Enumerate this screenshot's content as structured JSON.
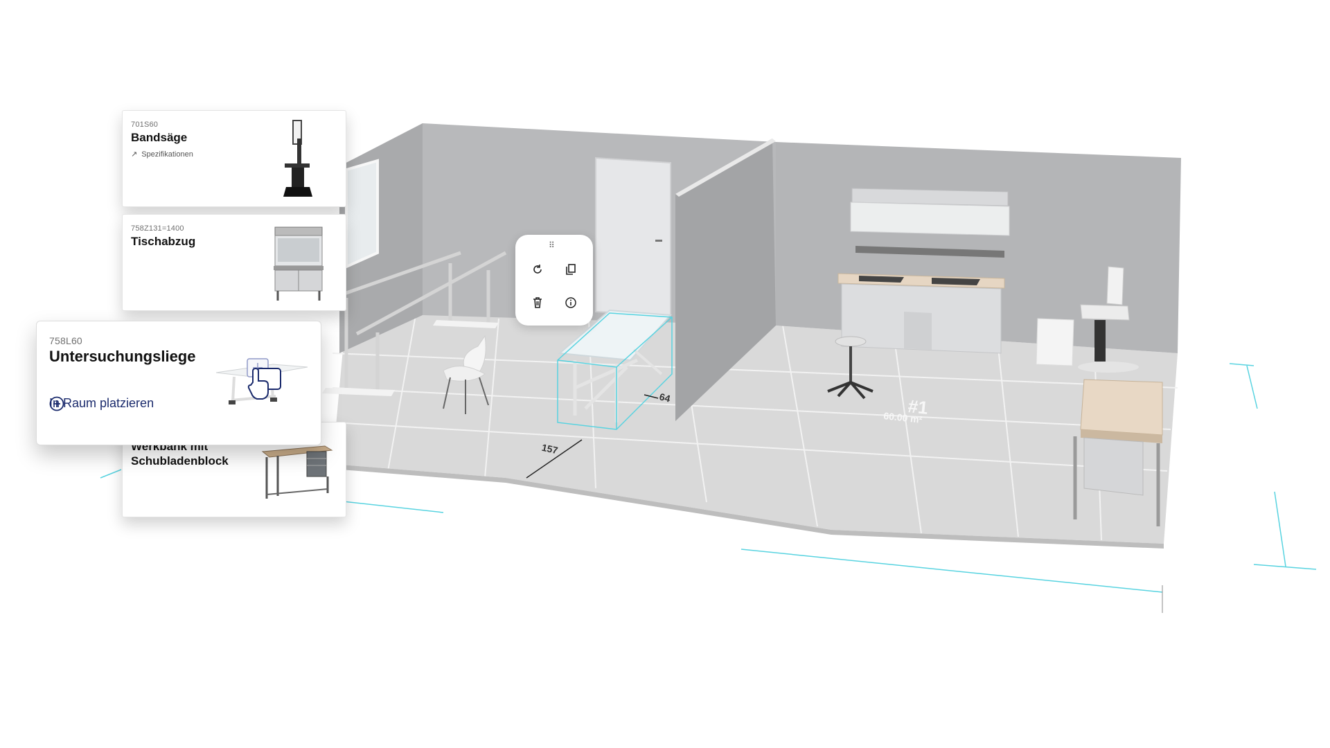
{
  "catalog": {
    "cards": [
      {
        "code": "701S60",
        "title": "Bandsäge",
        "link": "Spezifikationen",
        "image": "band-saw"
      },
      {
        "code": "758Z131=1400",
        "title": "Tischabzug",
        "image": "fume-hood"
      },
      {
        "code": "758L60",
        "title": "Untersuchungsliege",
        "action": "In Raum platzieren",
        "image": "examination-couch"
      },
      {
        "title_line1": "Werkbank mit",
        "title_line2": "Schubladenblock",
        "image": "workbench"
      }
    ]
  },
  "toolbar": {
    "handle": "⠿",
    "icons": [
      "rotate-icon",
      "duplicate-icon",
      "delete-icon",
      "info-icon"
    ]
  },
  "scene": {
    "dimensions": {
      "length": "157",
      "width": "64"
    },
    "room": {
      "number": "#1",
      "area": "60.00 m²"
    }
  },
  "colors": {
    "accent": "#1a2a6c",
    "selection": "#57d3e0",
    "floor": "#dcdcdc",
    "wall": "#b7b8ba"
  }
}
